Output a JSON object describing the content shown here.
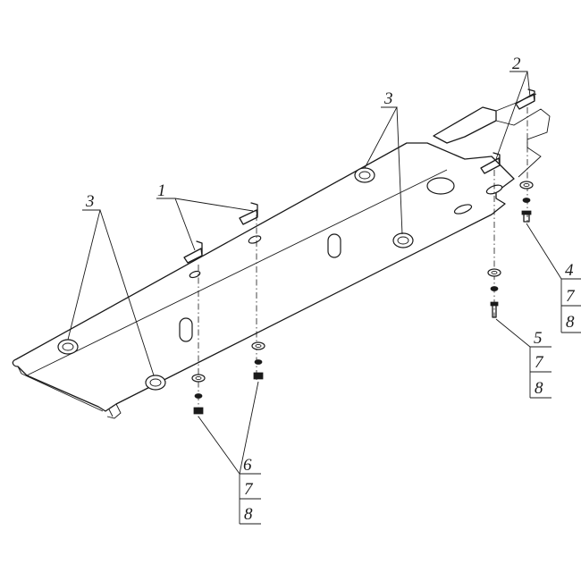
{
  "callouts": [
    {
      "id": "c1",
      "label": "1"
    },
    {
      "id": "c2",
      "label": "2"
    },
    {
      "id": "c3a",
      "label": "3"
    },
    {
      "id": "c3b",
      "label": "3"
    },
    {
      "id": "c4",
      "label": "4",
      "sub": [
        "7",
        "8"
      ]
    },
    {
      "id": "c5",
      "label": "5",
      "sub": [
        "7",
        "8"
      ]
    },
    {
      "id": "c6",
      "label": "6",
      "sub": [
        "7",
        "8"
      ]
    }
  ]
}
